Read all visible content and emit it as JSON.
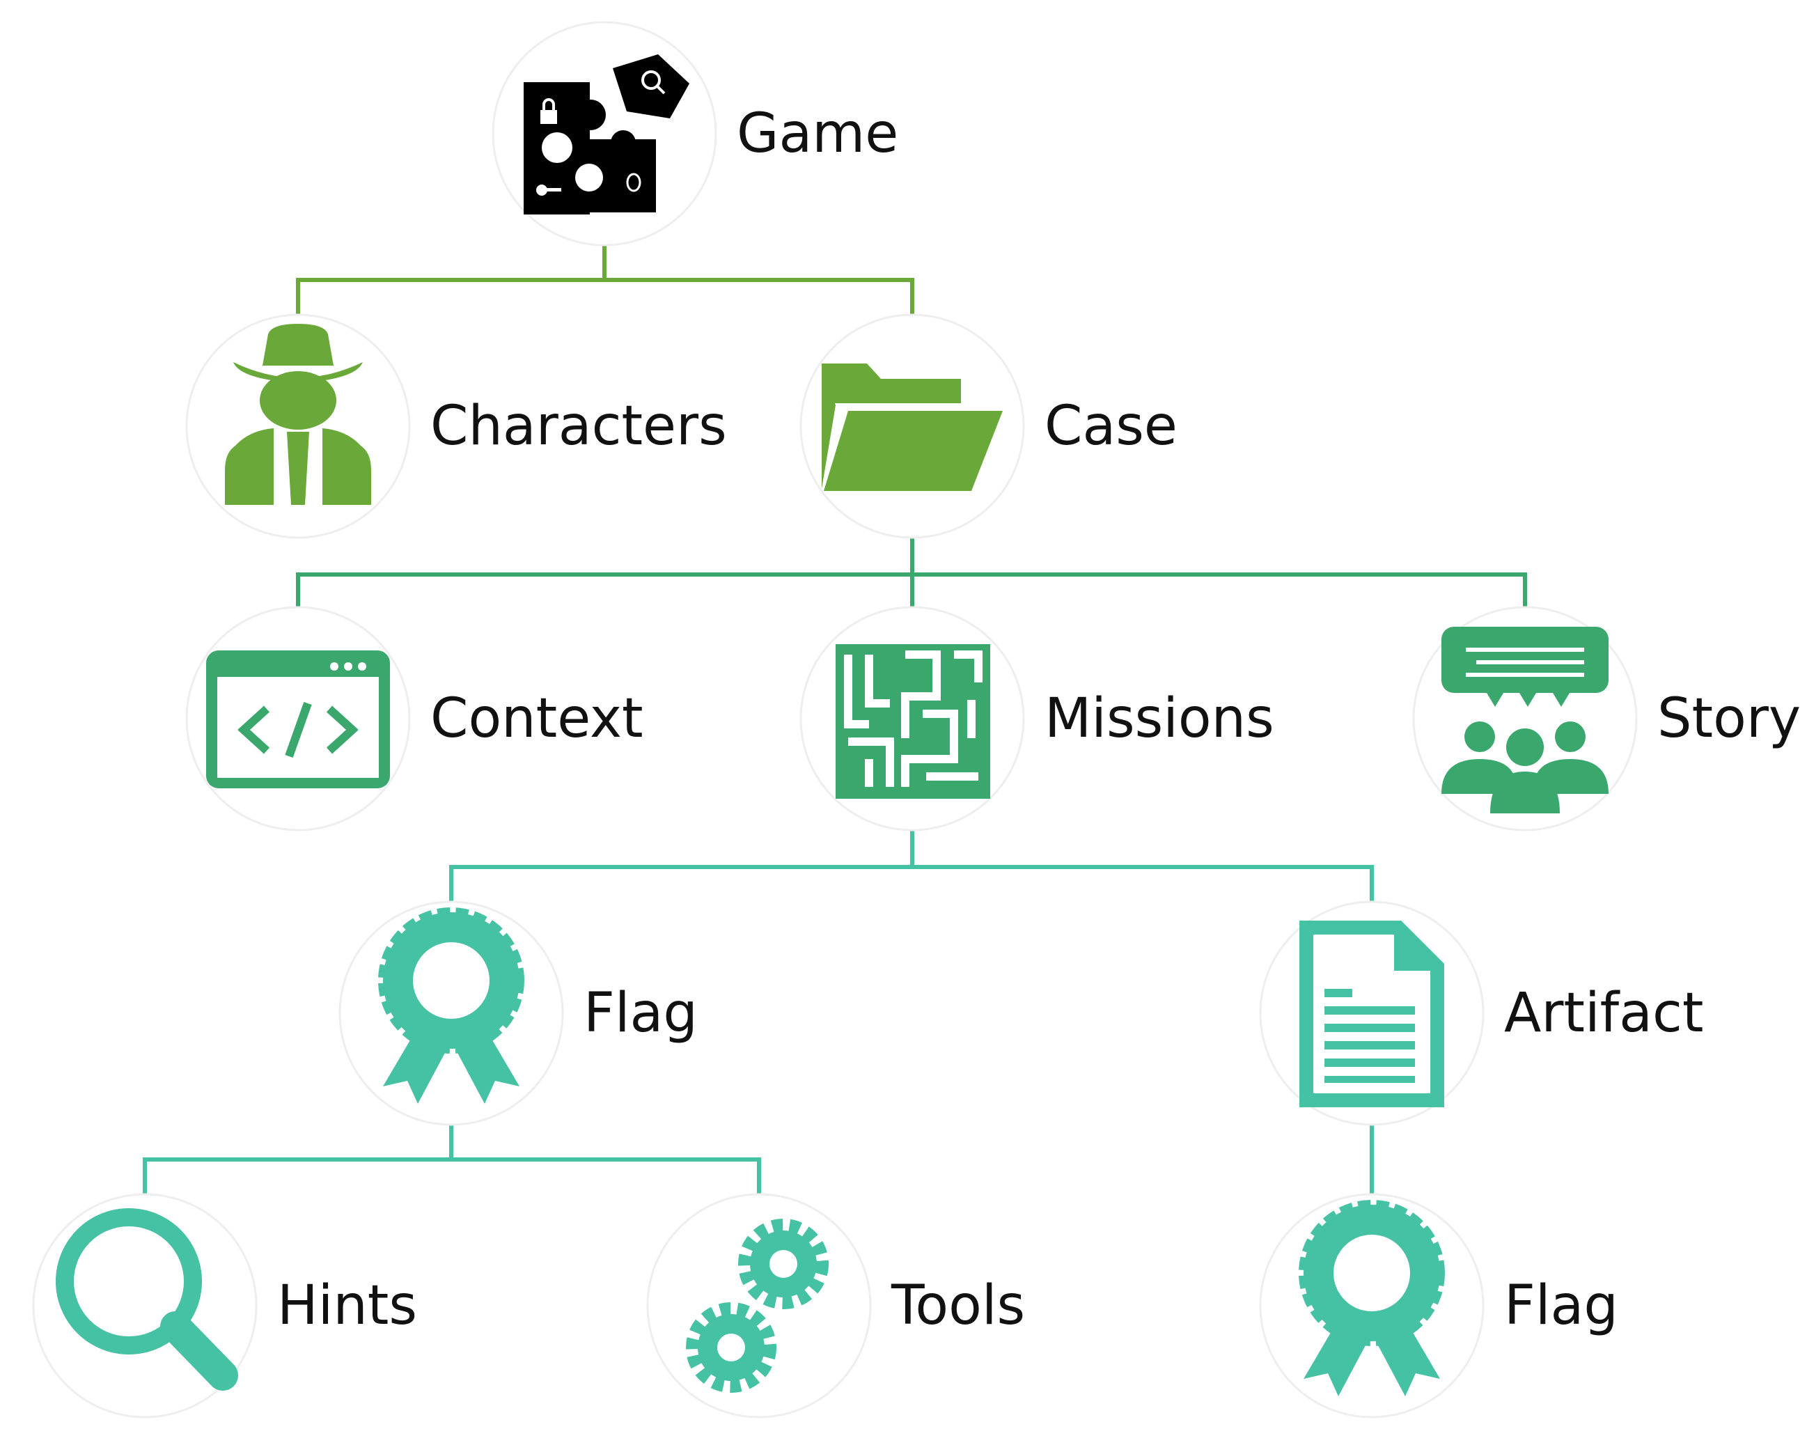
{
  "nodes": {
    "game": {
      "label": "Game",
      "icon": "puzzle-icon"
    },
    "characters": {
      "label": "Characters",
      "icon": "detective-icon"
    },
    "case": {
      "label": "Case",
      "icon": "folder-icon"
    },
    "context": {
      "label": "Context",
      "icon": "code-window-icon"
    },
    "missions": {
      "label": "Missions",
      "icon": "maze-icon"
    },
    "story": {
      "label": "Story",
      "icon": "audience-speech-icon"
    },
    "flag_mission": {
      "label": "Flag",
      "icon": "award-ribbon-icon"
    },
    "artifact": {
      "label": "Artifact",
      "icon": "document-icon"
    },
    "hints": {
      "label": "Hints",
      "icon": "magnifier-icon"
    },
    "tools": {
      "label": "Tools",
      "icon": "gears-icon"
    },
    "flag_artifact": {
      "label": "Flag",
      "icon": "award-ribbon-icon"
    }
  },
  "edges": [
    [
      "game",
      "characters"
    ],
    [
      "game",
      "case"
    ],
    [
      "case",
      "context"
    ],
    [
      "case",
      "missions"
    ],
    [
      "case",
      "story"
    ],
    [
      "missions",
      "flag_mission"
    ],
    [
      "missions",
      "artifact"
    ],
    [
      "flag_mission",
      "hints"
    ],
    [
      "flag_mission",
      "tools"
    ],
    [
      "artifact",
      "flag_artifact"
    ]
  ],
  "colors": {
    "level1": "#6aa939",
    "level2": "#3aa76d",
    "level3": "#45c1a3",
    "text": "#111111",
    "icon_dark": "#000000"
  }
}
